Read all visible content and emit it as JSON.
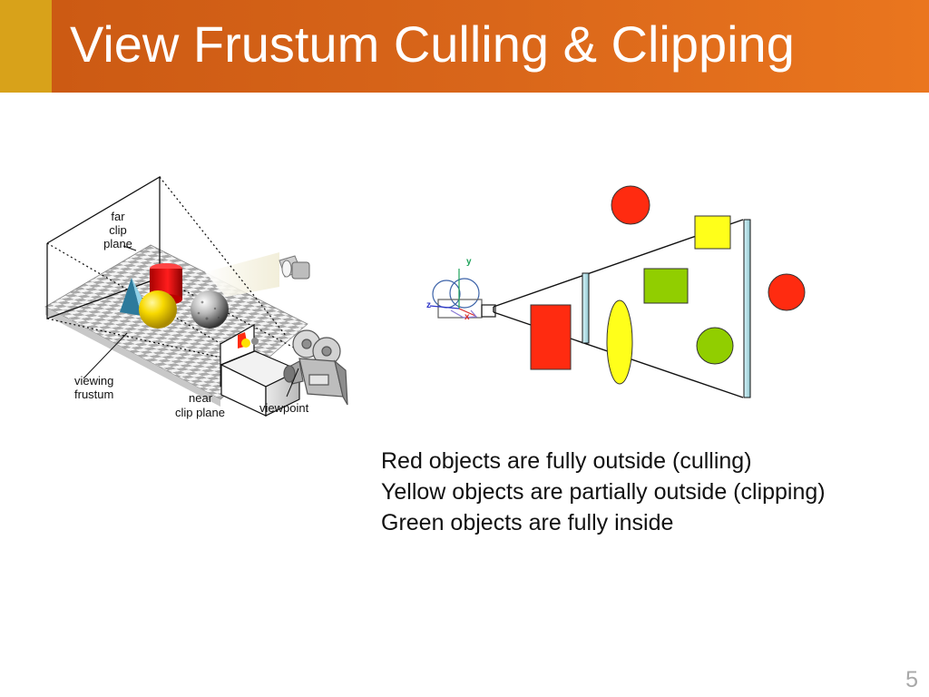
{
  "slide": {
    "title": "View Frustum Culling & Clipping",
    "page_number": "5"
  },
  "illustration_labels": {
    "far_clip_plane": {
      "line1": "far",
      "line2": "clip",
      "line3": "plane"
    },
    "viewing_frustum": {
      "line1": "viewing",
      "line2": "frustum"
    },
    "near_clip_plane": {
      "line1": "near",
      "line2": "clip plane"
    },
    "viewpoint": "viewpoint"
  },
  "axis_glyphs": {
    "y": "y",
    "x": "x",
    "z": "z"
  },
  "caption": {
    "line1": "Red objects are fully outside (culling)",
    "line2": "Yellow objects are partially outside (clipping)",
    "line3": "Green objects are fully inside"
  },
  "colors": {
    "title_accent": "#d8a21a",
    "title_bar_left": "#cc5a13",
    "title_bar_right": "#ea761e",
    "red_object": "#ff2b10",
    "yellow_object": "#ffff1a",
    "green_object": "#91ce00",
    "clip_plane": "#b8e8ef",
    "caption_text": "#111111",
    "page_number": "#a8a8a8"
  },
  "icons": {
    "camera": "camera-icon",
    "lamp": "spotlight-icon",
    "cube": "cube-icon"
  }
}
